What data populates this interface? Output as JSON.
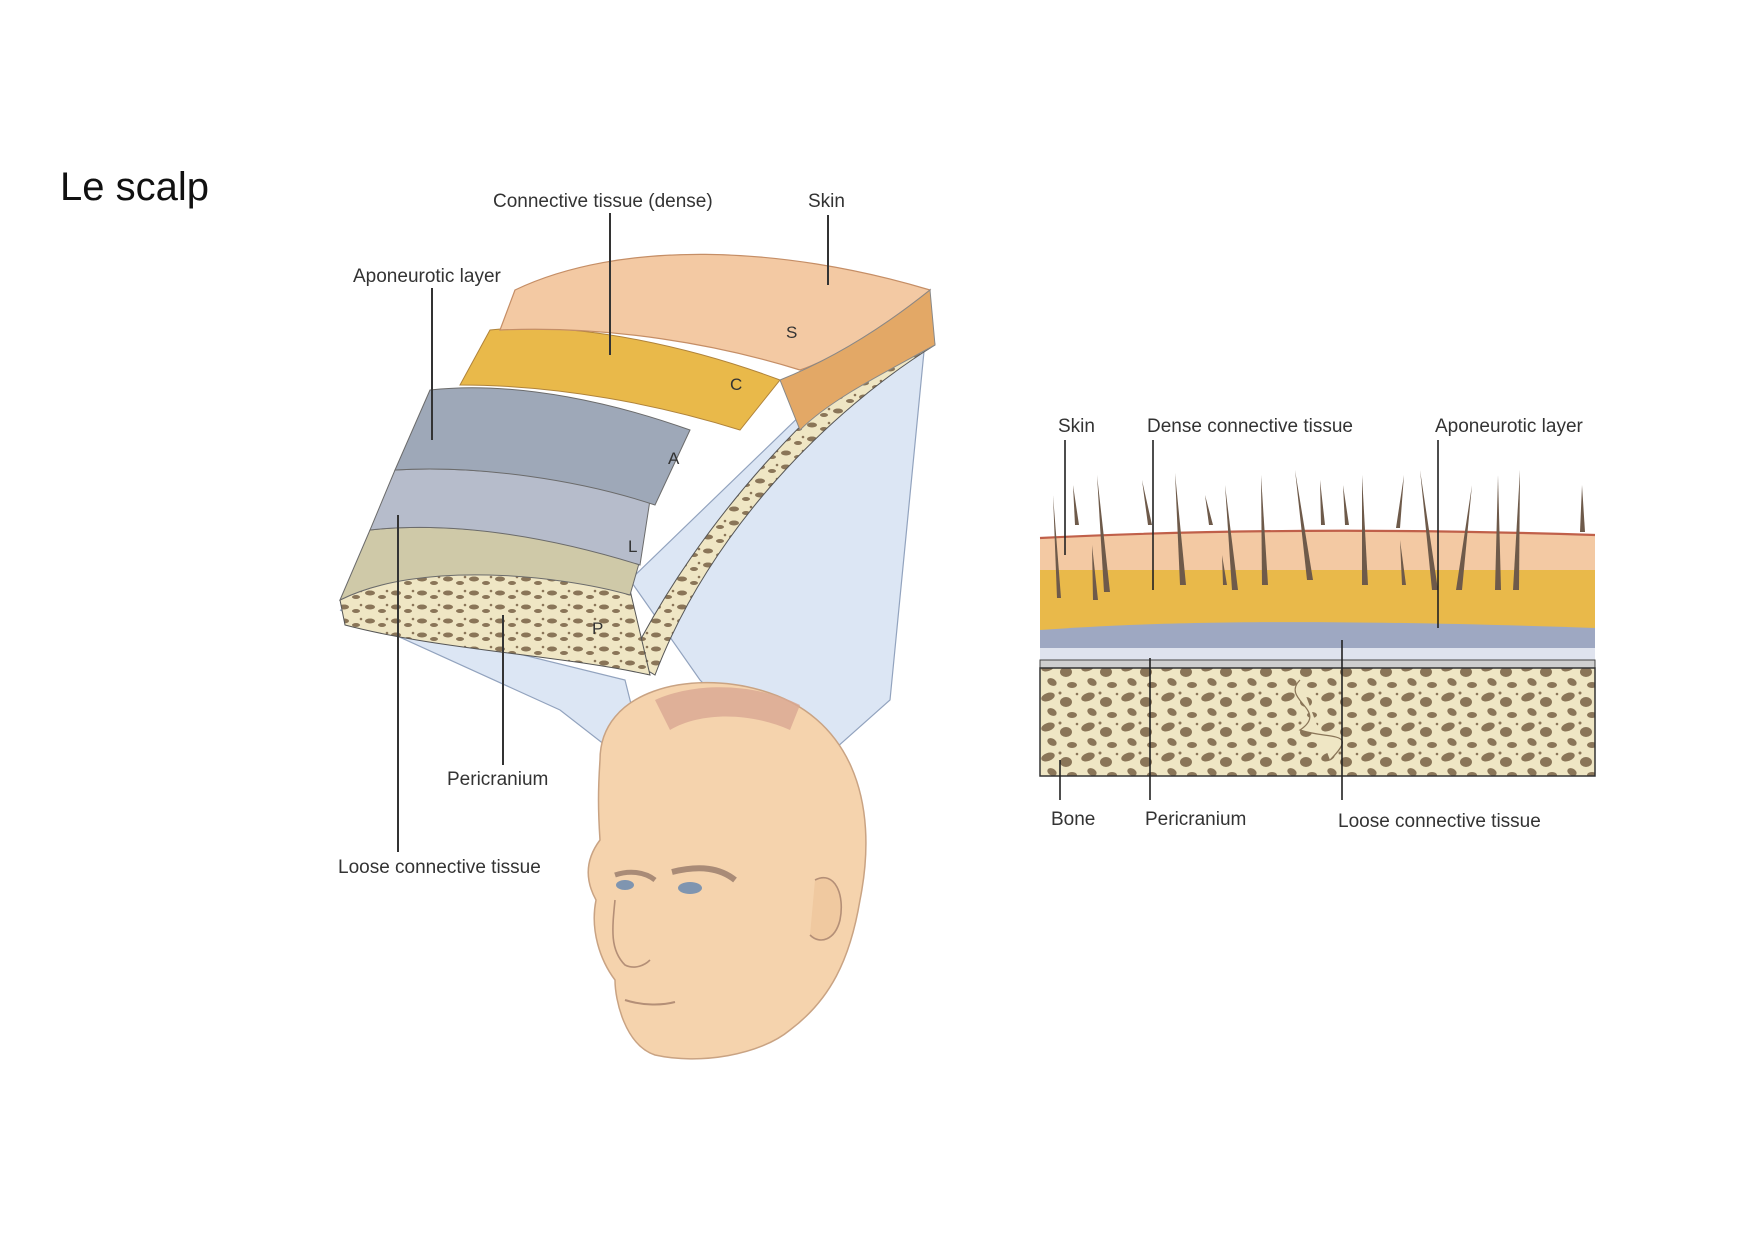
{
  "slide": {
    "title": "Le scalp"
  },
  "figure_left": {
    "labels": {
      "connective_dense": "Connective tissue (dense)",
      "skin": "Skin",
      "aponeurotic": "Aponeurotic layer",
      "pericranium": "Pericranium",
      "loose_connective": "Loose connective tissue"
    },
    "layer_letters": [
      "S",
      "C",
      "A",
      "L",
      "P"
    ]
  },
  "figure_right": {
    "labels": {
      "skin": "Skin",
      "dense_connective": "Dense connective tissue",
      "aponeurotic": "Aponeurotic layer",
      "bone": "Bone",
      "pericranium": "Pericranium",
      "loose_connective": "Loose connective tissue"
    }
  },
  "colors": {
    "skin": "#f3c9a3",
    "dense_connective": "#e9b94a",
    "aponeurotic": "#9ea8b8",
    "loose": "#b6bccb",
    "pericranium": "#cfc9a8",
    "bone": "#efe6c4",
    "bone_spots": "#8a7558",
    "projection": "#d7e2f3",
    "hair": "#6e5a4a"
  }
}
